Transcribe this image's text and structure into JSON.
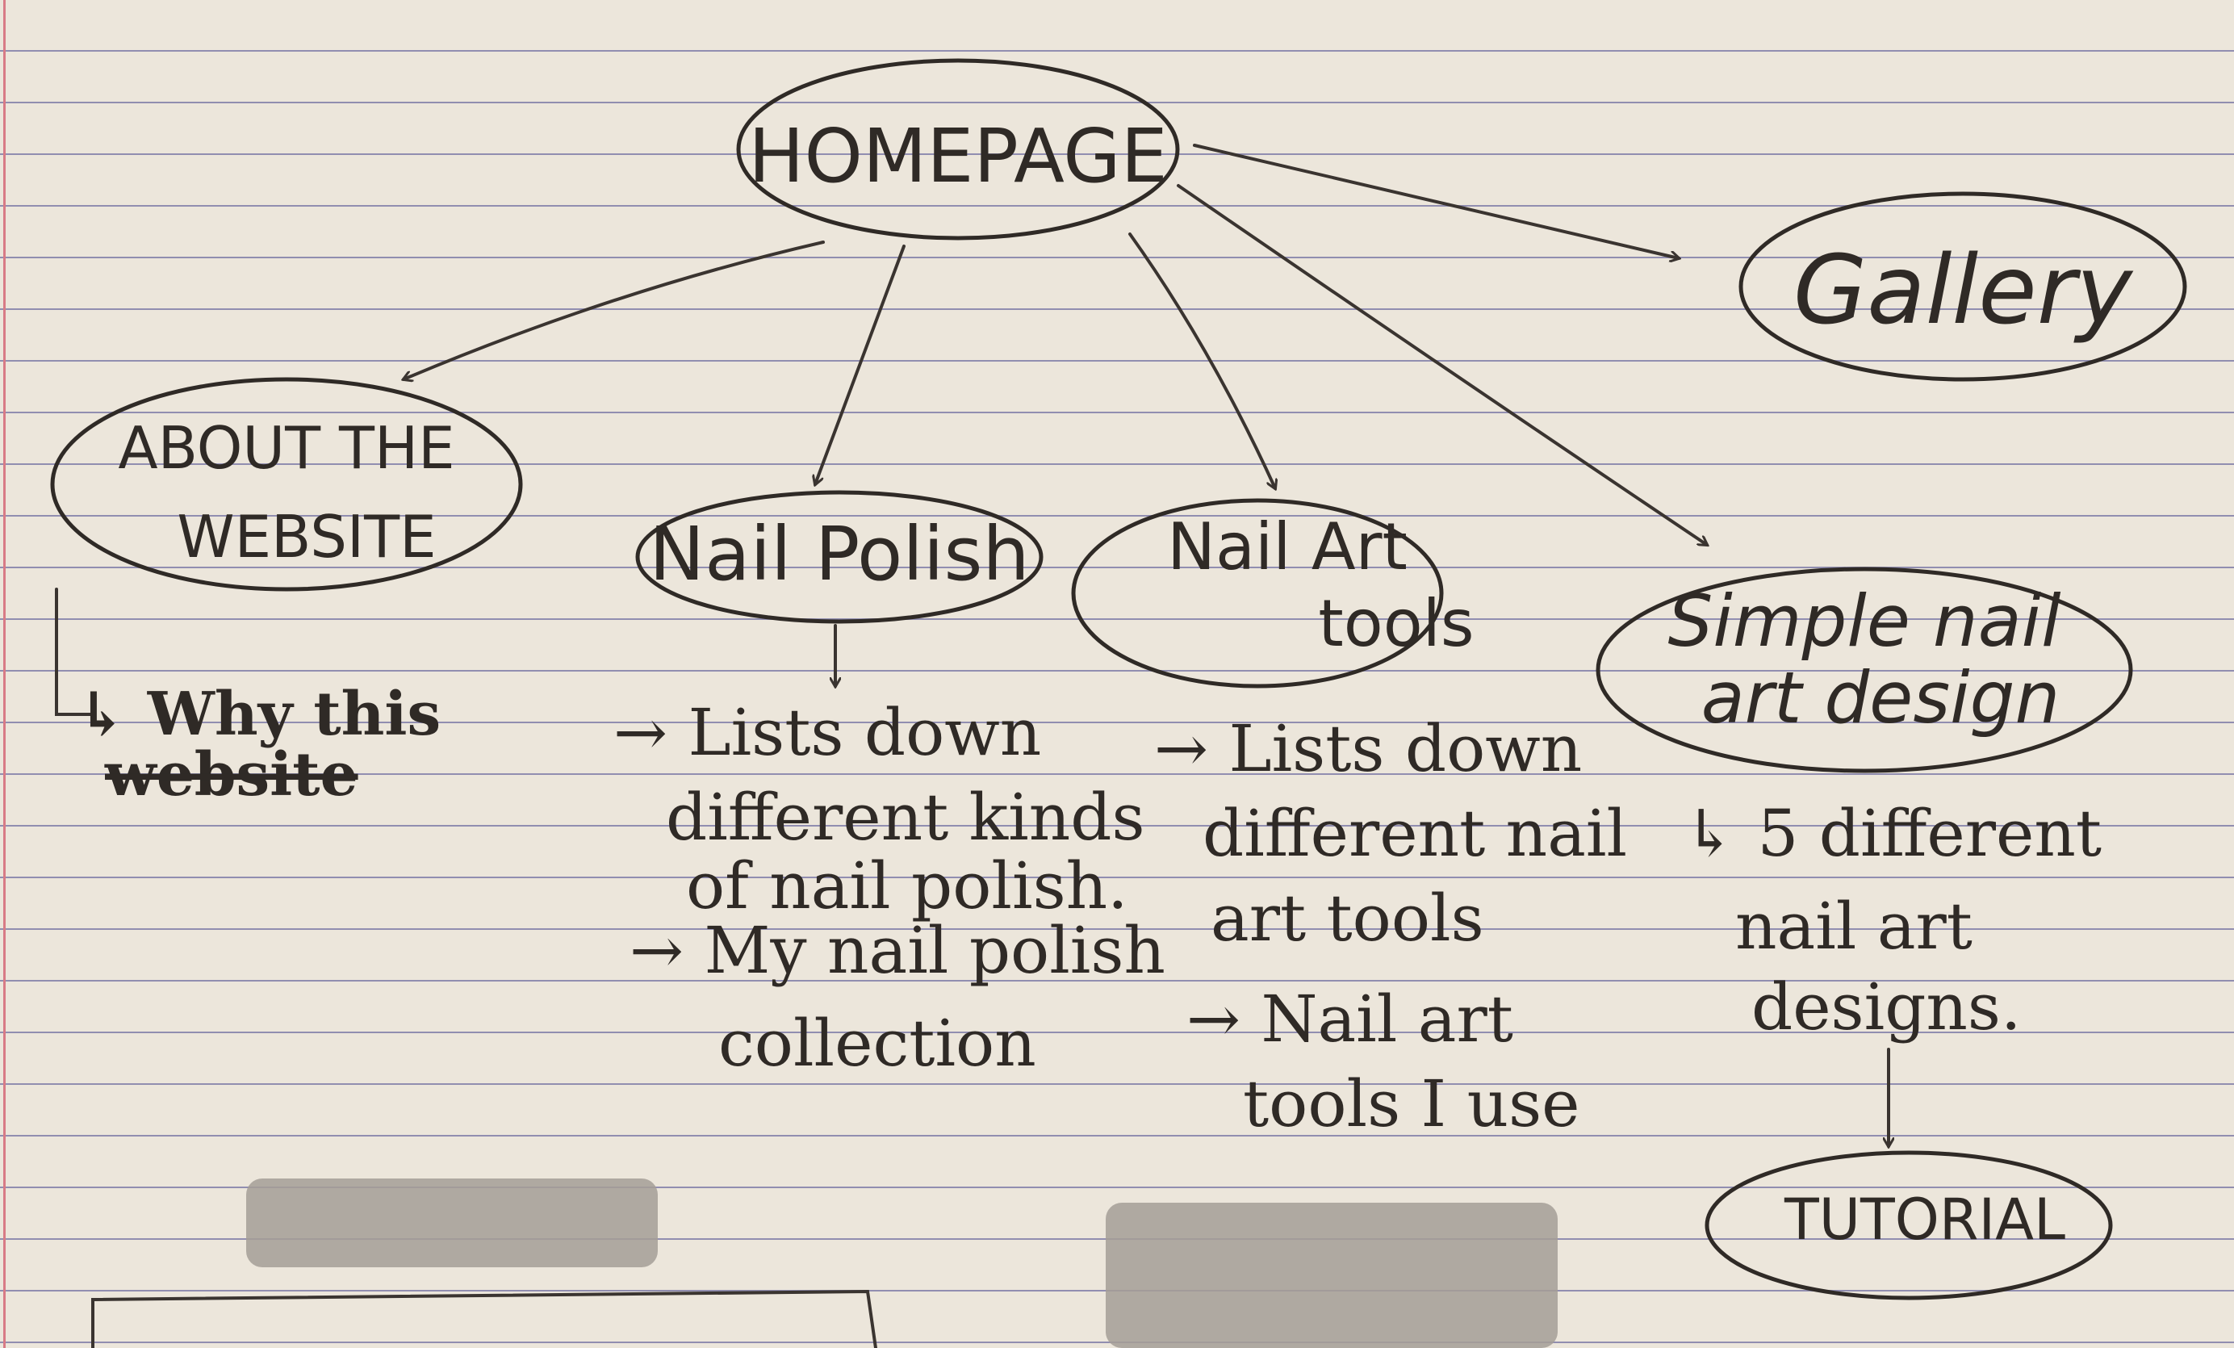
{
  "nodes": {
    "homepage": "HOMEPAGE",
    "gallery": "Gallery",
    "about_line1": "ABOUT THE",
    "about_line2": "WEBSITE",
    "nail_polish": "Nail Polish",
    "nail_art_tools_line1": "Nail Art",
    "nail_art_tools_line2": "tools",
    "simple_design_line1": "Simple nail",
    "simple_design_line2": "art design",
    "tutorial": "TUTORIAL"
  },
  "notes": {
    "about": [
      "↳ Why this",
      "website"
    ],
    "nail_polish": [
      "→ Lists down",
      "different kinds",
      "of nail polish.",
      "→ My nail polish",
      "collection"
    ],
    "nail_art_tools": [
      "→ Lists down",
      "different nail",
      "art tools",
      "→ Nail art",
      "tools I use"
    ],
    "simple_design": [
      "↳ 5 different",
      "nail art",
      "designs."
    ]
  }
}
